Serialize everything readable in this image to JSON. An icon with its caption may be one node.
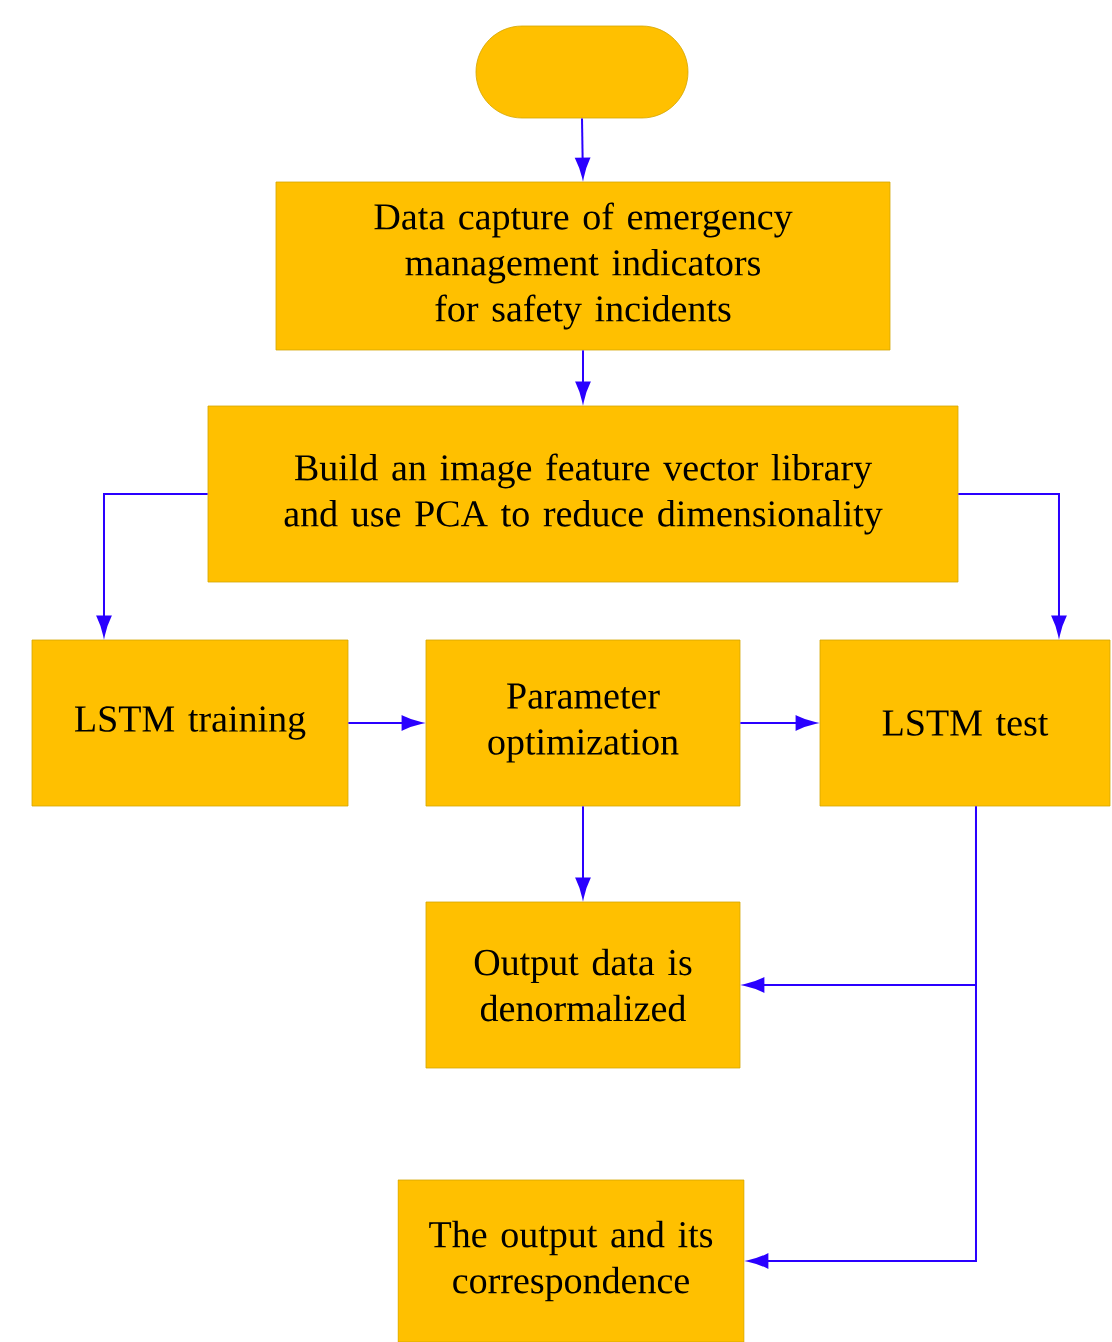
{
  "diagram": {
    "nodes": [
      {
        "text": [],
        "shape": "box"
      },
      {
        "text": [
          "Data capture of emergency management indicators for safety incidents"
        ]
      },
      {
        "text": [
          "Build an image feature vector library and use PCA to reduce dimensionality"
        ]
      },
      {
        "text": [
          "LSTM training"
        ]
      },
      {
        "text": [
          "Parameter optimization"
        ]
      },
      {
        "text": [
          "LSTM test"
        ]
      },
      {
        "text": [
          "Output data is denormalized"
        ]
      },
      {
        "text": [
          "The output and its correspondence"
        ]
      }
    ],
    "edges": [
      {
        "from": 0,
        "to": 1,
        "arrow": "to"
      },
      {
        "from": 1,
        "to": 2,
        "arrow": "to"
      },
      {
        "from": 2,
        "to": 3,
        "arrow": "to"
      },
      {
        "from": 2,
        "to": 5,
        "arrow": "to"
      },
      {
        "from": 3,
        "to": 4,
        "arrow": "to"
      },
      {
        "from": 4,
        "to": 5,
        "arrow": "to"
      },
      {
        "from": 4,
        "to": 6,
        "arrow": "to"
      },
      {
        "from": 5,
        "to": 6,
        "arrow": "to"
      },
      {
        "from": 5,
        "to": 7,
        "arrow": "to"
      }
    ]
  }
}
